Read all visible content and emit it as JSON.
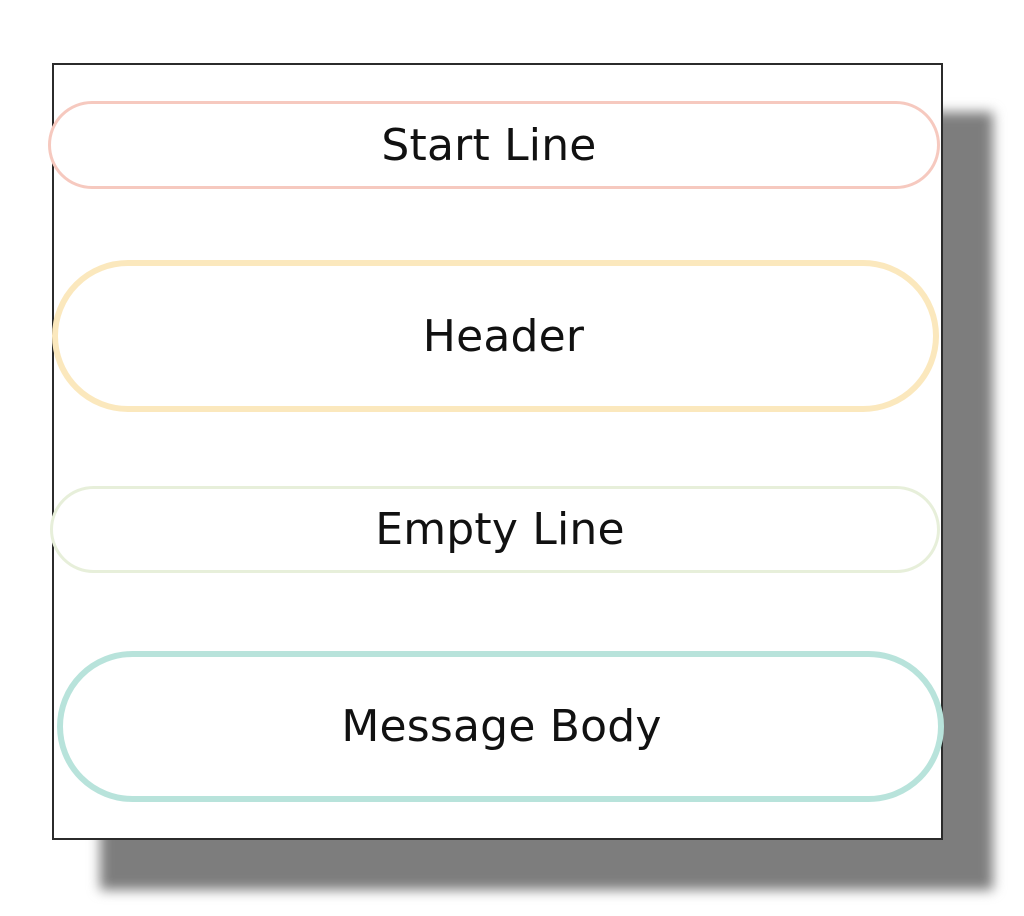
{
  "diagram": {
    "sections": [
      {
        "label": "Start Line",
        "color": "#f6c9bf"
      },
      {
        "label": "Header",
        "color": "#fbe8bd"
      },
      {
        "label": "Empty Line",
        "color": "#e7efda"
      },
      {
        "label": "Message Body",
        "color": "#b8e3db"
      }
    ]
  }
}
